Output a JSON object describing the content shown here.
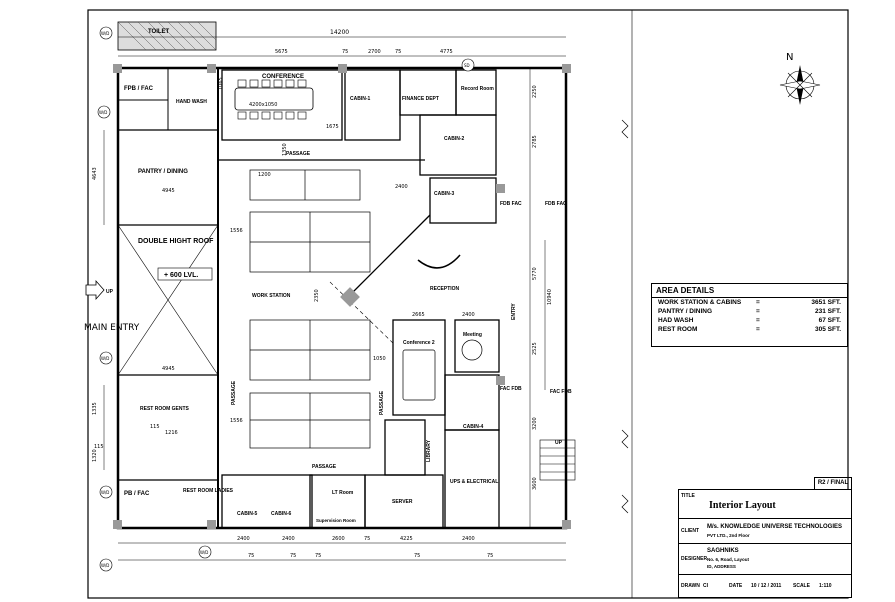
{
  "plan": {
    "dimensions": {
      "top_overall": "14200",
      "top_segments": [
        "5675",
        "75",
        "2700",
        "75",
        "4775"
      ],
      "bottom_segments": [
        "2400",
        "2400",
        "2600",
        "75",
        "4225",
        "2400"
      ],
      "bottom_small": [
        "75",
        "75",
        "75",
        "75",
        "75"
      ],
      "left": [
        "4643",
        "1335",
        "1320",
        "115"
      ],
      "right": [
        "2250",
        "2785",
        "5770",
        "2525",
        "3200",
        "3600",
        "10940"
      ],
      "inner": [
        "1556",
        "1556",
        "2400",
        "2350",
        "2665",
        "2400",
        "1050",
        "4945",
        "4945",
        "1675",
        "1065",
        "1200",
        "1350",
        "115",
        "1216"
      ],
      "conference_size": "4200x1050"
    },
    "rooms": {
      "toilet": "TOILET",
      "fpb_fac_top": "FPB / FAC",
      "hand_wash": "HAND WASH",
      "conference": "CONFERENCE",
      "cabin1": "CABIN-1",
      "finance": "FINANCE DEPT",
      "record": "Record Room",
      "cabin2": "CABIN-2",
      "cabin3": "CABIN-3",
      "cabin4": "CABIN-4",
      "cabin5": "CABIN-5",
      "cabin6": "CABIN-6",
      "pantry": "PANTRY / DINING",
      "double_height": "DOUBLE HIGHT ROOF",
      "lvl": "+ 600 LVL.",
      "work_station": "WORK STATION",
      "passage": "PASSAGE",
      "reception": "RECEPTION",
      "meeting": "Meeting",
      "conference2": "Conference 2",
      "rest_gents": "REST ROOM GENTS",
      "rest_ladies": "REST ROOM LADIES",
      "fpb_fac_bottom": "PB / FAC",
      "lt_room": "LT Room",
      "supervision": "Supervision Room",
      "server": "SERVER",
      "ups": "UPS & ELECTRICAL",
      "library": "LIBRARY",
      "fdb_fac1": "FDB FAC",
      "fdb_fac2": "FDB FAC",
      "fac_fdb": "FAC FDB",
      "fac_fdb2": "FAC FDB"
    },
    "labels": {
      "main_entry": "MAIN ENTRY",
      "entry": "ENTRY",
      "up": "UP",
      "north": "N",
      "wd_codes": [
        "W/D",
        "W/D",
        "W/D",
        "W/D",
        "W/D",
        "W/D",
        "SD",
        "W",
        "W"
      ]
    }
  },
  "area_details": {
    "title": "AREA DETAILS",
    "rows": [
      {
        "name": "WORK STATION & CABINS",
        "eq": "=",
        "value": "3651 SFT."
      },
      {
        "name": "PANTRY / DINING",
        "eq": "=",
        "value": "231 SFT."
      },
      {
        "name": "HAD WASH",
        "eq": "=",
        "value": "67 SFT."
      },
      {
        "name": "REST ROOM",
        "eq": "=",
        "value": "305 SFT."
      }
    ]
  },
  "title_block": {
    "rev": "R2 / FINAL",
    "title_label": "TITLE",
    "title": "Interior Layout",
    "client_label": "CLIENT",
    "client": "M/s. KNOWLEDGE UNIVERSE TECHNOLOGIES",
    "client_sub": "PVT LTD., 2nd Floor",
    "designer_label": "DESIGNER",
    "designer": "SAGHNIKS",
    "designer_sub1": "No. 6, Road, Layout",
    "designer_sub2": "ID, ADDRESS",
    "drawn_label": "DRAWN",
    "drawn": "CI",
    "date_label": "DATE",
    "date": "10 / 12 / 2011",
    "scale_label": "SCALE",
    "scale": "1:110"
  }
}
